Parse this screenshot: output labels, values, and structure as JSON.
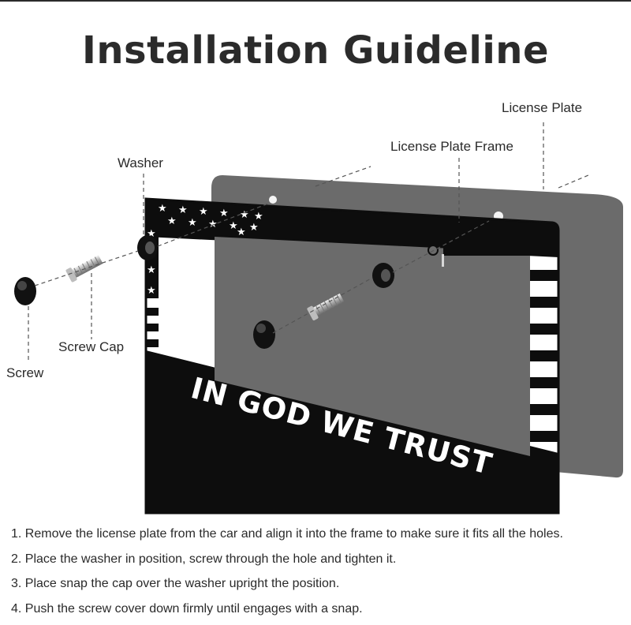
{
  "title": "Installation Guideline",
  "labels": {
    "license_plate": "License Plate",
    "license_plate_frame": "License Plate Frame",
    "washer": "Washer",
    "screw_cap": "Screw Cap",
    "screw": "Screw"
  },
  "frame_text": "IN GOD WE TRUST",
  "colors": {
    "plate": "#6b6b6b",
    "frame": "#0d0d0d",
    "hardware": "#1a1a1a",
    "text": "#2a2a2a"
  },
  "steps": [
    "1. Remove the license plate from the car and align it into the frame to make sure it fits all the holes.",
    "2. Place the washer in position, screw through the hole and tighten it.",
    "3. Place snap the cap over the washer upright the position.",
    "4. Push the screw cover down firmly until engages with a snap."
  ]
}
